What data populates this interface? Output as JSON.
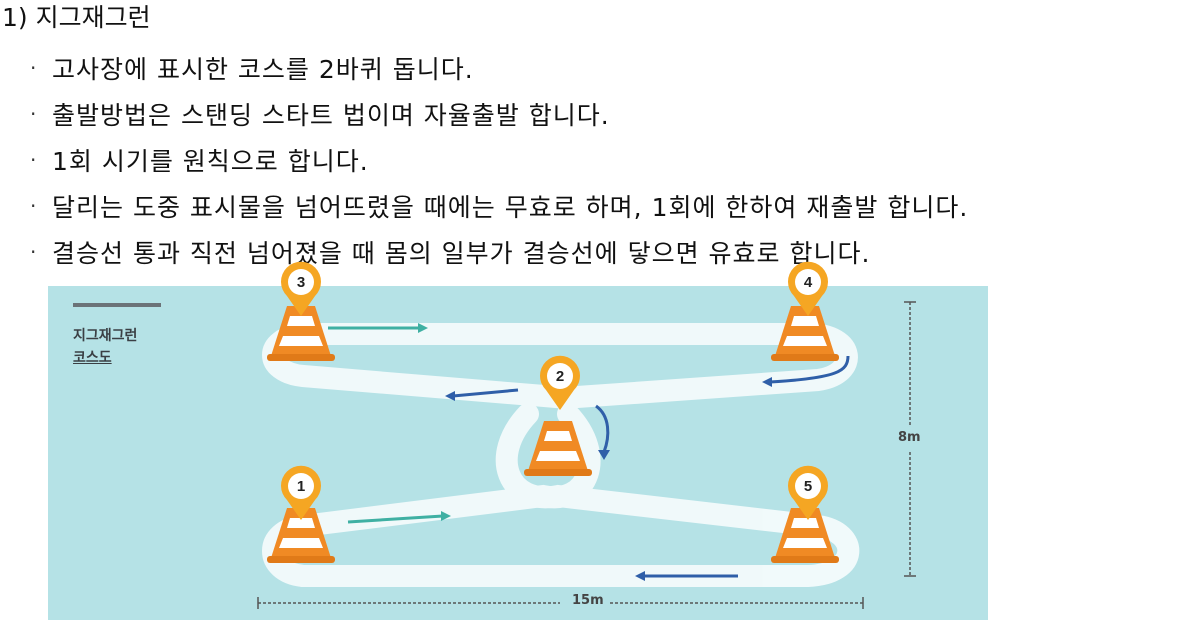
{
  "section": {
    "number": "1)",
    "title": "지그재그런"
  },
  "rules": [
    "고사장에 표시한 코스를 2바퀴 돕니다.",
    "출발방법은 스탠딩 스타트 법이며 자율출발 합니다.",
    "1회 시기를 원칙으로 합니다.",
    "달리는 도중 표시물을 넘어뜨렸을 때에는 무효로 하며, 1회에 한하여 재출발 합니다.",
    "결승선 통과 직전 넘어졌을 때 몸의 일부가 결승선에 닿으면 유효로 합니다."
  ],
  "bullet": "·",
  "diagram": {
    "legend_title": "지그재그런",
    "legend_subtitle": "코스도",
    "markers": [
      "3",
      "4",
      "2",
      "1",
      "5"
    ],
    "width_label": "15m",
    "height_label": "8m",
    "colors": {
      "field": "#b5e2e6",
      "track": "#ffffff",
      "cone_orange": "#f08a24",
      "cone_stripe": "#ffffff",
      "pin": "#f5a623",
      "arrow_blue": "#2f5fa8",
      "arrow_teal": "#3fb0a3"
    }
  }
}
